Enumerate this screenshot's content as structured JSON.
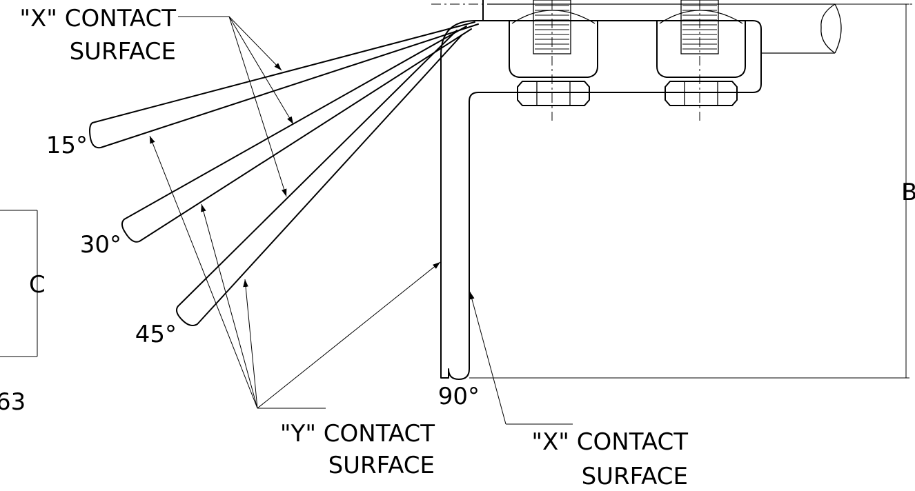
{
  "labels": {
    "x_contact_top_line1": "\"X\" CONTACT",
    "x_contact_top_line2": "SURFACE",
    "y_contact_line1": "\"Y\" CONTACT",
    "y_contact_line2": "SURFACE",
    "x_contact_bottom_line1": "\"X\" CONTACT",
    "x_contact_bottom_line2": "SURFACE"
  },
  "angles": {
    "a15": "15°",
    "a30": "30°",
    "a45": "45°",
    "a90": "90°"
  },
  "dimensions": {
    "b": "B",
    "c": "C",
    "partial_value": "63"
  }
}
